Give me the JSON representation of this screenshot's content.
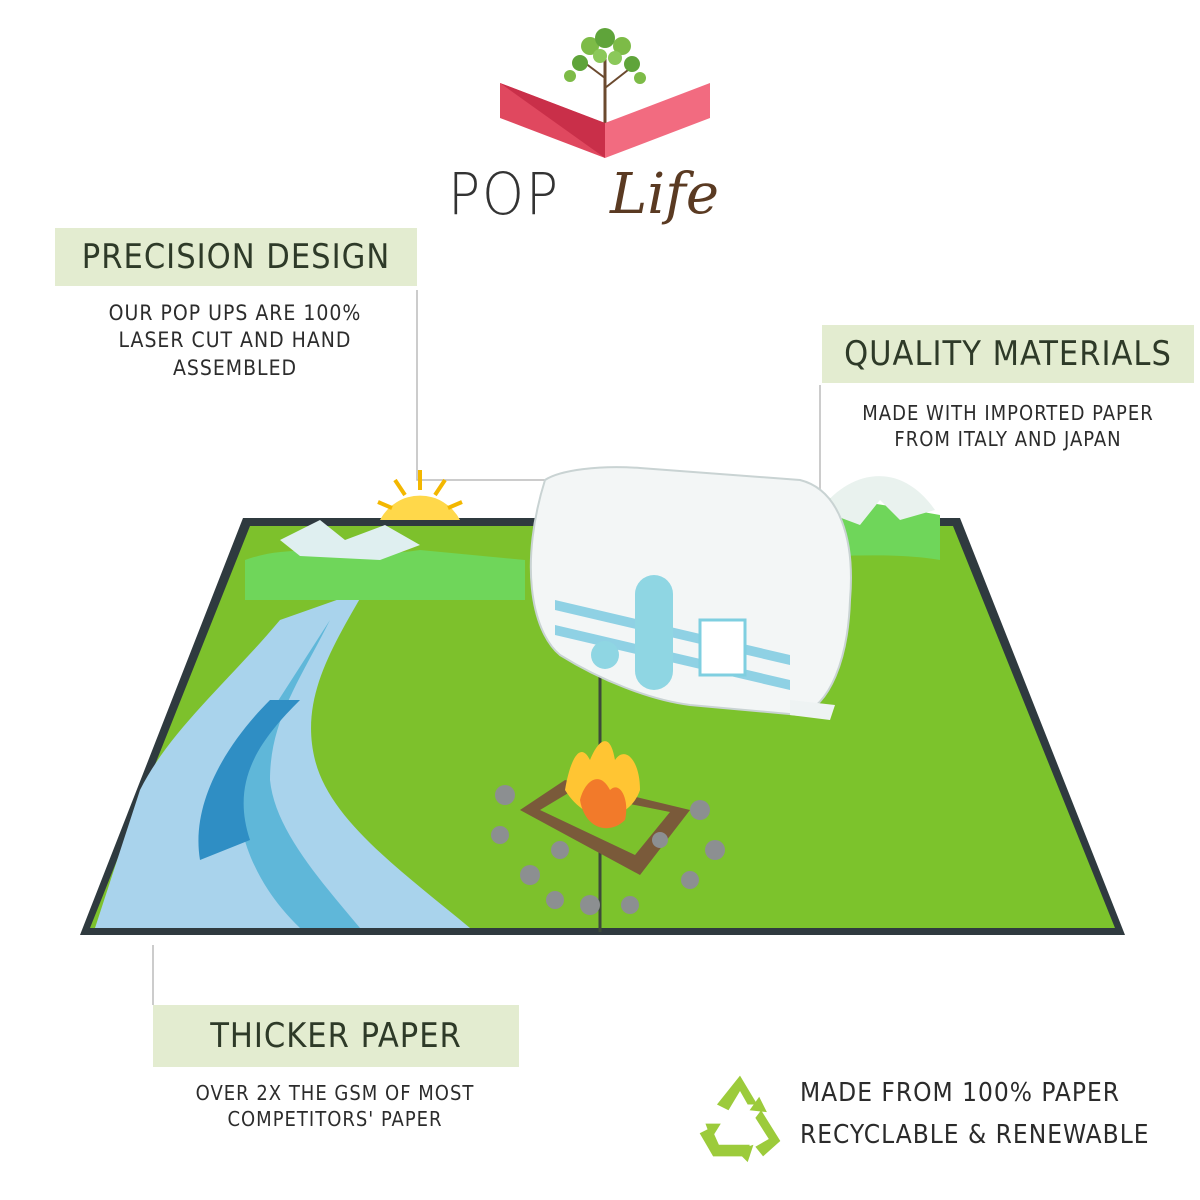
{
  "brand": {
    "name_part1": "POP",
    "name_part2": "Life"
  },
  "features": {
    "precision": {
      "title": "PRECISION DESIGN",
      "lines": [
        "OUR POP UPS ARE 100%",
        "LASER CUT AND HAND",
        "ASSEMBLED"
      ]
    },
    "quality": {
      "title": "QUALITY MATERIALS",
      "lines": [
        "MADE WITH IMPORTED PAPER",
        "FROM ITALY AND JAPAN"
      ]
    },
    "thicker": {
      "title": "THICKER PAPER",
      "lines": [
        "OVER 2X THE GSM OF MOST",
        "COMPETITORS' PAPER"
      ]
    },
    "recycle": {
      "lines": [
        "MADE FROM 100% PAPER",
        "RECYCLABLE & RENEWABLE"
      ]
    }
  },
  "colors": {
    "header_bg": "#e3ecd0",
    "logo_red": "#d9344f",
    "grass": "#7cc12c",
    "river": "#a9d3ec",
    "recycle_green": "#9ccb3b"
  },
  "icons": {
    "recycle": "recycle-icon",
    "tree": "tree-icon"
  }
}
